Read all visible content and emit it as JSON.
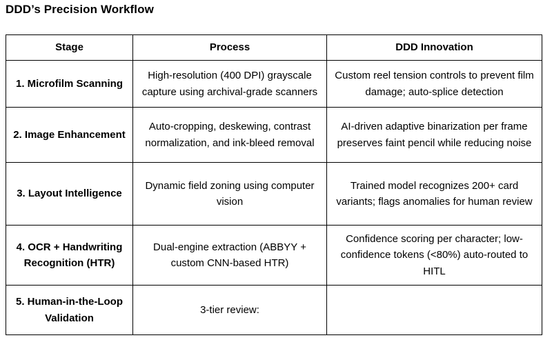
{
  "title": "DDD’s Precision Workflow",
  "table": {
    "headers": [
      "Stage",
      "Process",
      "DDD Innovation"
    ],
    "rows": [
      {
        "stage": "1. Microfilm Scanning",
        "process": "High-resolution (400 DPI) grayscale capture using archival-grade scanners",
        "innovation": "Custom reel tension controls to prevent film damage; auto-splice detection"
      },
      {
        "stage": "2. Image Enhancement",
        "process": "Auto-cropping, deskewing, contrast normalization, and ink-bleed removal",
        "innovation": "AI-driven adaptive binarization per frame preserves faint pencil while reducing noise"
      },
      {
        "stage": "3. Layout Intelligence",
        "process": "Dynamic field zoning using computer vision",
        "innovation": "Trained model recognizes 200+ card variants; flags anomalies for human review"
      },
      {
        "stage": "4. OCR + Handwriting Recognition (HTR)",
        "process": "Dual-engine extraction (ABBYY + custom CNN-based HTR)",
        "innovation": "Confidence scoring per character; low-confidence tokens (<80%) auto-routed to HITL"
      },
      {
        "stage": "5. Human-in-the-Loop Validation",
        "process": "3-tier review:",
        "innovation": ""
      }
    ]
  }
}
